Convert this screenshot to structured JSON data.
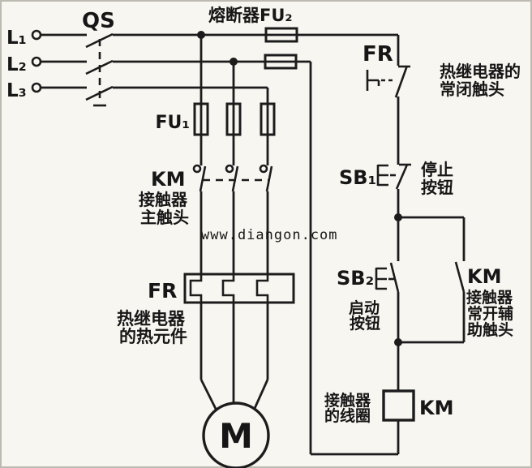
{
  "colors": {
    "wire": "#1c1c1c",
    "text": "#161616",
    "km_label": "#00abea",
    "fr_label": "#4b35ab",
    "sb2_label": "#d04fc8",
    "watermark_green": "#259c3f"
  },
  "watermark": {
    "text": "www.diangon.com"
  },
  "power_circuit": {
    "phases": [
      "L₁",
      "L₂",
      "L₃"
    ],
    "disconnect_switch": {
      "label": "QS"
    },
    "main_fuse": {
      "label": "熔断器FU₂"
    },
    "branch_fuse": {
      "label": "FU₁"
    },
    "contactor_main": {
      "label": "KM",
      "desc": [
        "接触器",
        "主触头"
      ]
    },
    "thermal_heater": {
      "label": "FR",
      "desc": [
        "热继电器",
        "的热元件"
      ]
    },
    "motor": {
      "label": "M"
    }
  },
  "control_circuit": {
    "thermal_nc_contact": {
      "label": "FR",
      "desc": [
        "热继电器的",
        "常闭触头"
      ]
    },
    "stop_button": {
      "label": "SB₁",
      "desc": [
        "停止",
        "按钮"
      ]
    },
    "start_button": {
      "label": "SB₂",
      "desc": [
        "启动",
        "按钮"
      ]
    },
    "contactor_aux_contact": {
      "label": "KM",
      "desc": [
        "接触器",
        "常开辅",
        "助触头"
      ]
    },
    "contactor_coil": {
      "label": "KM",
      "desc": [
        "接触器",
        "的线圈"
      ]
    }
  }
}
